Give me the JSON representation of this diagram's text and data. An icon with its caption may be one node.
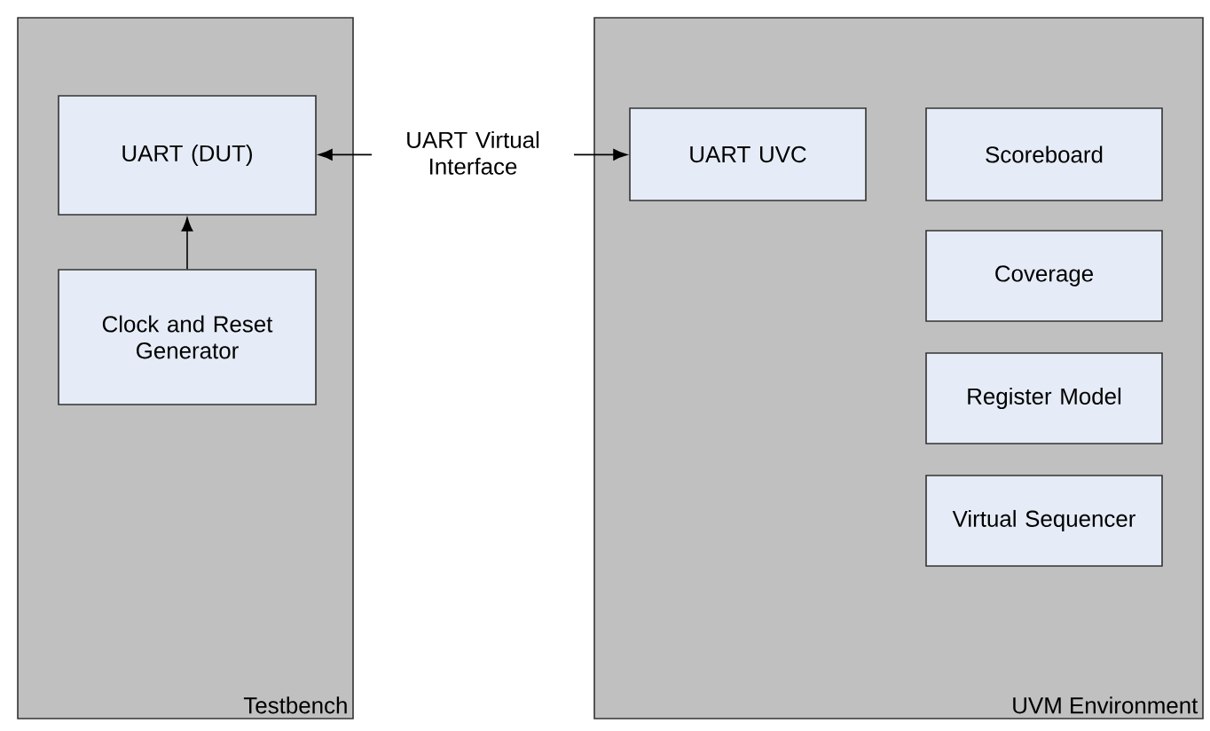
{
  "diagram": {
    "nodes": [
      {
        "text": [
          "Testbench"
        ]
      },
      {
        "text": [
          "UART (DUT)"
        ],
        "in": 0
      },
      {
        "text": [
          "Clock and Reset Generator"
        ],
        "in": 0
      },
      {
        "text": [
          "UVM Environment"
        ]
      },
      {
        "text": [
          "UART UVC"
        ],
        "in": 3
      },
      {
        "text": [
          "Scoreboard"
        ],
        "in": 3
      },
      {
        "text": [
          "Coverage"
        ],
        "in": 3
      },
      {
        "text": [
          "Register Model"
        ],
        "in": 3
      },
      {
        "text": [
          "Virtual Sequencer"
        ],
        "in": 3
      }
    ],
    "edges": [
      {
        "from": 2,
        "to": 1,
        "arrow": "to"
      },
      {
        "from": 1,
        "to": 4,
        "arrow": "both",
        "label": "UART Virtual Interface"
      }
    ]
  }
}
